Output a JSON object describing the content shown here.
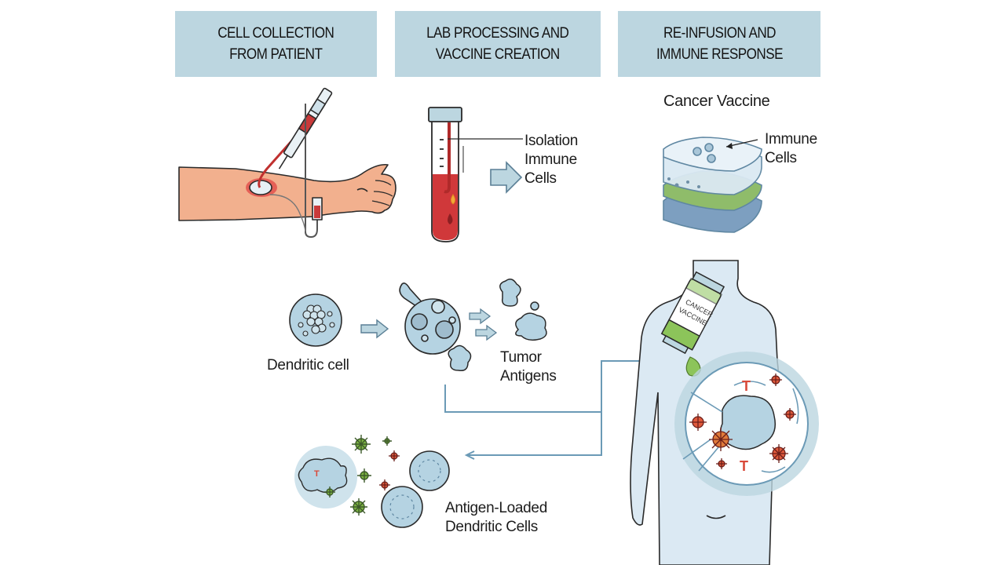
{
  "headers": [
    {
      "text": "CELL COLLECTION\nFROM PATIENT"
    },
    {
      "text": "LAB PROCESSING AND\nVACCINE CREATION"
    },
    {
      "text": "RE-INFUSION AND\nIMMUNE RESPONSE"
    }
  ],
  "labels": {
    "isolation": "Isolation\nImmune\nCells",
    "cancer_vaccine_title": "Cancer Vaccine",
    "immune_cells": "Immune\nCells",
    "dendritic_cell": "Dendritic cell",
    "tumor_antigens": "Tumor\nAntigens",
    "antigen_loaded": "Antigen-Loaded\nDendritic Cells",
    "vial_label_line1": "CANCER",
    "vial_label_line2": "VACCINE",
    "t_cell_marker": "T"
  },
  "colors": {
    "header_bg": "#bcd6e0",
    "cell_blue": "#b5d3e2",
    "blood_red": "#d0383a",
    "skin": "#f2b08e",
    "vaccine_green": "#8cc45a",
    "body_blue": "#dbe9f3",
    "arrow_blue": "#6b9ab6",
    "antigen_red": "#e05a3c"
  }
}
